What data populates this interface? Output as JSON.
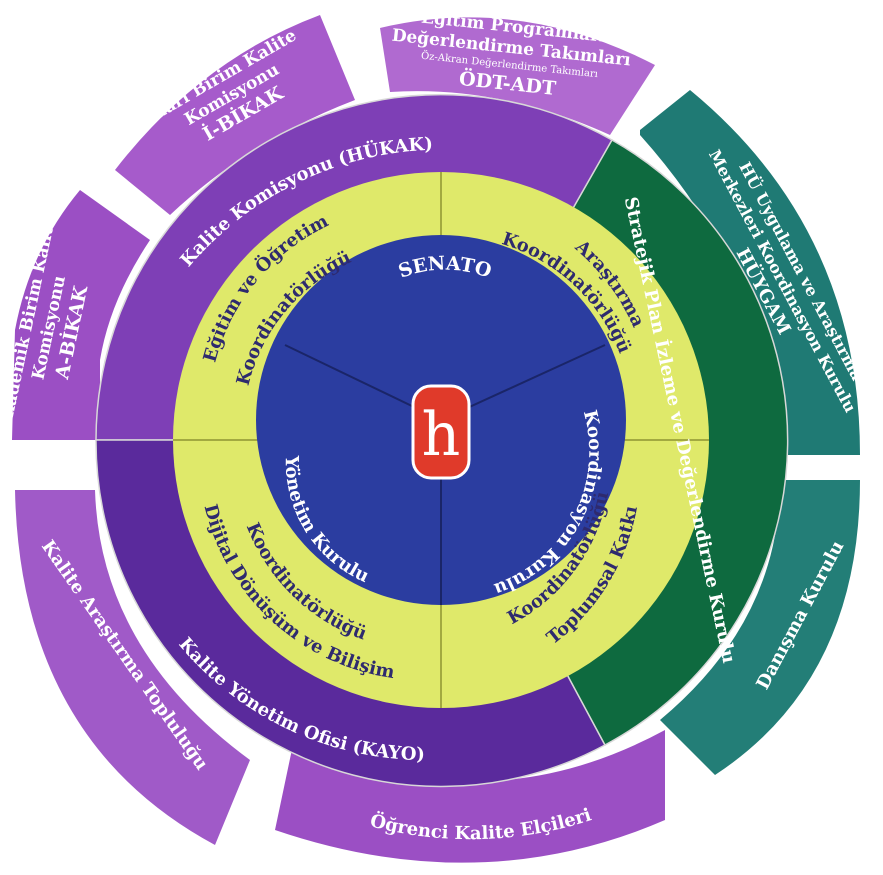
{
  "outer_segments": {
    "akademik": {
      "lines": [
        "Akademik Birim Kalite",
        "Komisyonu",
        "A-BİKAK"
      ]
    },
    "idari": {
      "lines": [
        "İdari Birim Kalite",
        "Komisyonu",
        "İ-BİKAK"
      ]
    },
    "egitim_prog": {
      "line1": "Eğitim Programları",
      "line2": "Değerlendirme Takımları",
      "small": "Öz-Akran Değerlendirme Takımları",
      "line3": "ÖDT-ADT"
    },
    "huygam": {
      "lines": [
        "HÜ Uygulama ve Araştırma",
        "Merkezleri Koordinasyon Kurulu",
        "HÜYGAM"
      ]
    },
    "danisma": "Danışma Kurulu",
    "ogrenci": "Öğrenci Kalite Elçileri",
    "kalite_arastirma": "Kalite Araştırma Topluluğu"
  },
  "ring2": {
    "hukak": "Kalite Komisyonu (HÜKAK)",
    "kayo": "Kalite Yönetim Ofisi (KAYO)",
    "spidk": "Stratejik Plan İzleme ve Değerlendirme Kurulu"
  },
  "ring3": {
    "egitim": {
      "line1": "Eğitim ve Öğretim",
      "line2": "Koordinatörlüğü"
    },
    "arastirma": {
      "line1": "Araştırma",
      "line2": "Koordinatörlüğü"
    },
    "toplumsal": {
      "line1": "Toplumsal Katkı",
      "line2": "Koordinatörlüğü"
    },
    "dijital": {
      "line1": "Dijital Dönüşüm ve Bilişim",
      "line2": "Koordinatörlüğü"
    }
  },
  "center": {
    "senato": "SENATO",
    "koordinasyon": "Koordinasyon Kurulu",
    "yonetim": "Yönetim Kurulu",
    "logo_letter": "h"
  },
  "colors": {
    "lilac": "#9b4fc4",
    "violet": "#7e3fb6",
    "deep_violet": "#5a2a9c",
    "teal": "#1f7a74",
    "dark_green": "#0e6a3f",
    "yellow_green": "#dfe96a",
    "royal_blue": "#2b3da0",
    "logo_red": "#e03a2a"
  }
}
